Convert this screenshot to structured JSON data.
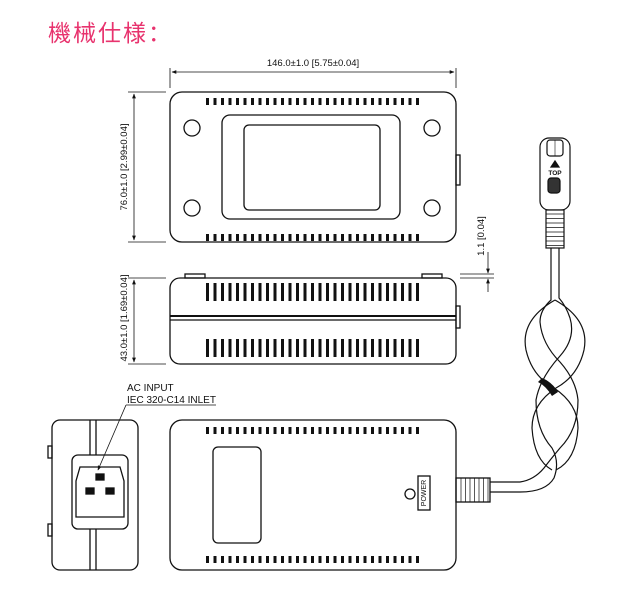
{
  "title": "機械仕様：",
  "dimensions": {
    "length": "146.0±1.0 [5.75±0.04]",
    "width": "76.0±1.0 [2.99±0.04]",
    "height": "43.0±1.0 [1.69±0.04]",
    "foot": "1.1 [0.04]"
  },
  "ac_input": {
    "line1": "AC INPUT",
    "line2": "IEC 320-C14 INLET"
  },
  "connector_label": "TOP",
  "power_label": "POWER",
  "colors": {
    "title": "#e8336e",
    "line": "#111111"
  }
}
